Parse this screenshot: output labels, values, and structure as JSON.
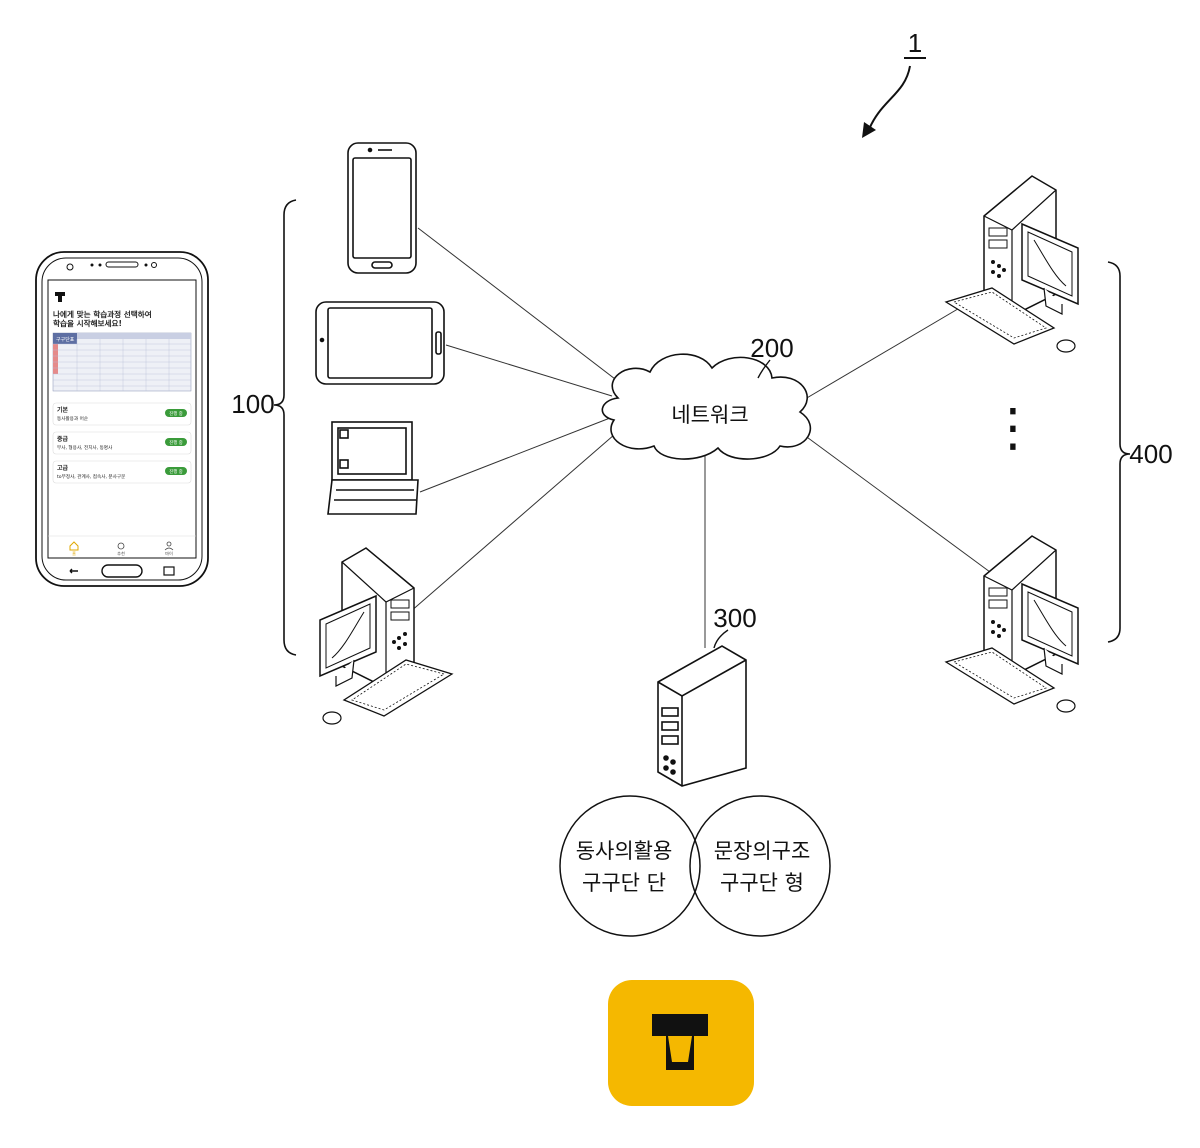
{
  "labels": {
    "system_ref": "1",
    "user_terminals_ref": "100",
    "network_ref": "200",
    "server_ref": "300",
    "admin_terminals_ref": "400",
    "network_text": "네트워크",
    "vertical_dots": "⋮"
  },
  "circles": {
    "left_line1": "동사의활용",
    "left_line2": "구구단 단",
    "right_line1": "문장의구조",
    "right_line2": "구구단 형"
  },
  "phone_screen": {
    "heading_line1": "나에게 맞는 학습과정 선택하여",
    "heading_line2": "학습을 시작해보세요!",
    "table_title": "구구단표",
    "courses": [
      {
        "title": "기본",
        "desc": "동사활용과 어순",
        "badge": "진행 중"
      },
      {
        "title": "중급",
        "desc": "부사, 형용사, 전치사, 동명사",
        "badge": "진행 중"
      },
      {
        "title": "고급",
        "desc": "to부정사, 관계사, 접속사, 분사구문",
        "badge": "진행 중"
      }
    ],
    "nav": [
      "홈",
      "추천",
      "마이"
    ]
  },
  "colors": {
    "app_icon_bg": "#F5B800",
    "app_icon_glyph": "#111111",
    "badge_green": "#3A9B3A",
    "table_header": "#5E6FA3",
    "accent_red": "#C0392B"
  },
  "icons": {
    "app_logo": "t-logo-icon"
  }
}
